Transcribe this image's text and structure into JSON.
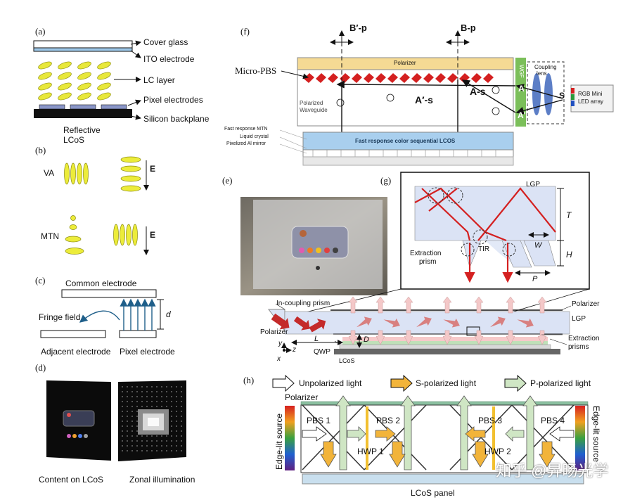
{
  "panels": {
    "a": {
      "tag": "(a)",
      "cover_glass": "Cover glass",
      "ito": "ITO electrode",
      "lc_layer": "LC layer",
      "pixel_electrodes": "Pixel electrodes",
      "silicon": "Silicon backplane",
      "caption_line1": "Reflective",
      "caption_line2": "LCoS"
    },
    "b": {
      "tag": "(b)",
      "va": "VA",
      "mtn": "MTN",
      "field": "E"
    },
    "c": {
      "tag": "(c)",
      "common": "Common electrode",
      "fringe": "Fringe field",
      "adjacent": "Adjacent electrode",
      "pixel": "Pixel electrode",
      "d": "d"
    },
    "d": {
      "tag": "(d)",
      "content": "Content on LCoS",
      "zonal": "Zonal illumination"
    },
    "e": {
      "tag": "(e)",
      "incoupling": "In-coupling prism",
      "polarizer_right": "Polarizer",
      "lgp": "LGP",
      "polarizer_left": "Polarizer",
      "extraction_line1": "Extraction",
      "extraction_line2": "prisms",
      "qwp": "QWP",
      "lcos": "LCoS",
      "L": "L",
      "D": "D",
      "axis_y": "y",
      "axis_z": "z",
      "axis_x": "x"
    },
    "f": {
      "tag": "(f)",
      "bp_prime": "B′-p",
      "bp": "B-p",
      "polarizer": "Polarizer",
      "micro_pbs": "Micro-PBS",
      "wgf": "WGF",
      "coupling_line1": "Coupling",
      "coupling_line2": "lens",
      "as_prime": "A′-s",
      "as": "A-s",
      "a": "A",
      "a_prime": "A′",
      "s": "S",
      "rgb_line1": "RGB Mini",
      "rgb_line2": "LED array",
      "waveguide_line1": "Polarized",
      "waveguide_line2": "Waveguide",
      "mtn": "Fast response MTN",
      "lc": "Liquid crystal",
      "mirror": "Pixelized Al mirror",
      "lcos": "Fast response color sequential LCOS"
    },
    "g": {
      "tag": "(g)",
      "lgp": "LGP",
      "T": "T",
      "H": "H",
      "W": "W",
      "P": "P",
      "tir": "TIR",
      "extraction_line1": "Extraction",
      "extraction_line2": "prism"
    },
    "h": {
      "tag": "(h)",
      "unpolarized": "Unpolarized light",
      "s_polarized": "S-polarized light",
      "p_polarized": "P-polarized light",
      "polarizer": "Polarizer",
      "pbs1": "PBS 1",
      "pbs2": "PBS 2",
      "pbs3": "PBS 3",
      "pbs4": "PBS 4",
      "hwp1": "HWP 1",
      "hwp2": "HWP 2",
      "edge_left": "Edge-lit source",
      "edge_right": "Edge-lit source",
      "lcos_panel": "LCoS panel"
    }
  },
  "watermark": "知乎 @昇旸光学",
  "colors": {
    "lc_yellow": "#e8e83a",
    "red": "#d42020",
    "polarizer_yellow": "#f2d58a",
    "lcos_blue": "#a9cfee",
    "green_arrow": "#cfe6c4",
    "orange_arrow": "#f2b43a"
  }
}
